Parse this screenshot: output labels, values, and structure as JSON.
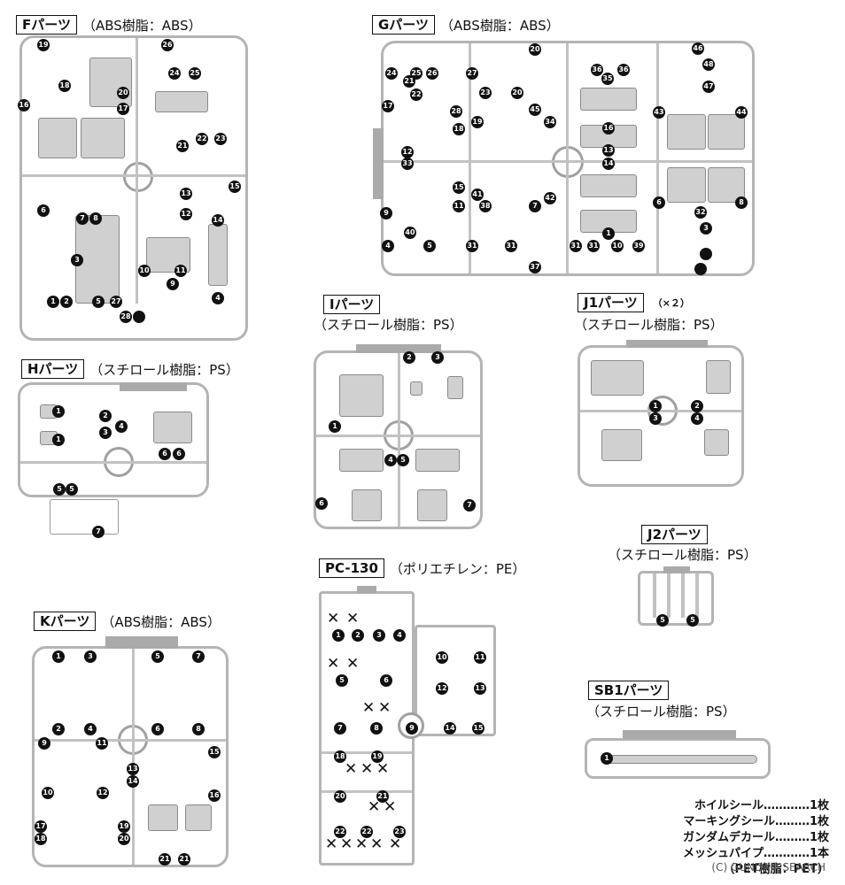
{
  "frames": {
    "F": {
      "title": "Fパーツ",
      "material": "（ABS樹脂：ABS）",
      "numbers": [
        "19",
        "26",
        "18",
        "24",
        "25",
        "16",
        "20",
        "17",
        "21",
        "22",
        "23",
        "13",
        "15",
        "6",
        "7",
        "8",
        "12",
        "14",
        "3",
        "10",
        "11",
        "9",
        "1",
        "2",
        "4",
        "5",
        "27",
        "28"
      ]
    },
    "G": {
      "title": "Gパーツ",
      "material": "（ABS樹脂：ABS）",
      "numbers": [
        "20",
        "46",
        "24",
        "25",
        "26",
        "27",
        "36",
        "36",
        "48",
        "21",
        "47",
        "22",
        "35",
        "20",
        "23",
        "28",
        "45",
        "43",
        "44",
        "17",
        "18",
        "19",
        "34",
        "16",
        "12",
        "33",
        "13",
        "14",
        "15",
        "41",
        "42",
        "6",
        "8",
        "9",
        "11",
        "38",
        "7",
        "32",
        "40",
        "1",
        "3",
        "4",
        "5",
        "31",
        "31",
        "31",
        "31",
        "10",
        "39",
        "37"
      ]
    },
    "H": {
      "title": "Hパーツ",
      "material": "（スチロール樹脂：PS）",
      "numbers": [
        "1",
        "2",
        "4",
        "1",
        "3",
        "6",
        "6",
        "5",
        "5",
        "7"
      ]
    },
    "I": {
      "title": "Iパーツ",
      "material": "（スチロール樹脂：PS）",
      "numbers": [
        "2",
        "3",
        "1",
        "4",
        "5",
        "6",
        "7"
      ]
    },
    "J1": {
      "title": "J1パーツ",
      "multiplier": "（×２）",
      "material": "（スチロール樹脂：PS）",
      "numbers": [
        "1",
        "2",
        "3",
        "4"
      ]
    },
    "J2": {
      "title": "J2パーツ",
      "material": "（スチロール樹脂：PS）",
      "numbers": [
        "5",
        "5"
      ]
    },
    "SB1": {
      "title": "SB1パーツ",
      "material": "（スチロール樹脂：PS）",
      "numbers": [
        "1"
      ]
    },
    "K": {
      "title": "Kパーツ",
      "material": "（ABS樹脂：ABS）",
      "numbers": [
        "1",
        "3",
        "5",
        "7",
        "2",
        "4",
        "6",
        "8",
        "9",
        "11",
        "15",
        "10",
        "12",
        "13",
        "14",
        "16",
        "17",
        "19",
        "18",
        "20",
        "21",
        "21"
      ]
    },
    "PC130": {
      "title": "PC-130",
      "material": "（ポリエチレン：PE）",
      "numbers": [
        "1",
        "2",
        "3",
        "4",
        "10",
        "11",
        "5",
        "6",
        "12",
        "13",
        "7",
        "8",
        "9",
        "14",
        "15",
        "18",
        "19",
        "20",
        "21",
        "22",
        "22",
        "23"
      ],
      "x_mark": "✕"
    }
  },
  "legend": [
    "ホイルシール…………1枚",
    "マーキングシール………1枚",
    "ガンダムデカール………1枚",
    "メッシュパイプ…………1本",
    "（PET樹脂：PET）"
  ],
  "watermark": "(C) GUNDAM SEARCH"
}
